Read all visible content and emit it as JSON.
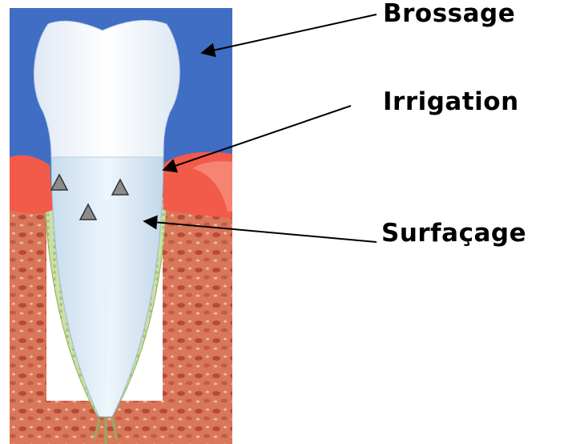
{
  "labels": {
    "brossage": "Brossage",
    "irrigation": "Irrigation",
    "surfacage": "Surfaçage"
  },
  "colors": {
    "background_blue": "#3f6ec4",
    "gum_red": "#f25a4a",
    "bone_orange": "#d9775a",
    "tooth_white": "#eef4fb",
    "root_blue": "#d3e4f3",
    "ligament_green": "#c9dca0",
    "marker_gray": "#8c8c8c",
    "arrow_black": "#000000"
  },
  "icons": {
    "tooth": "tooth-cross-section-icon",
    "marker": "triangle-marker-icon"
  }
}
